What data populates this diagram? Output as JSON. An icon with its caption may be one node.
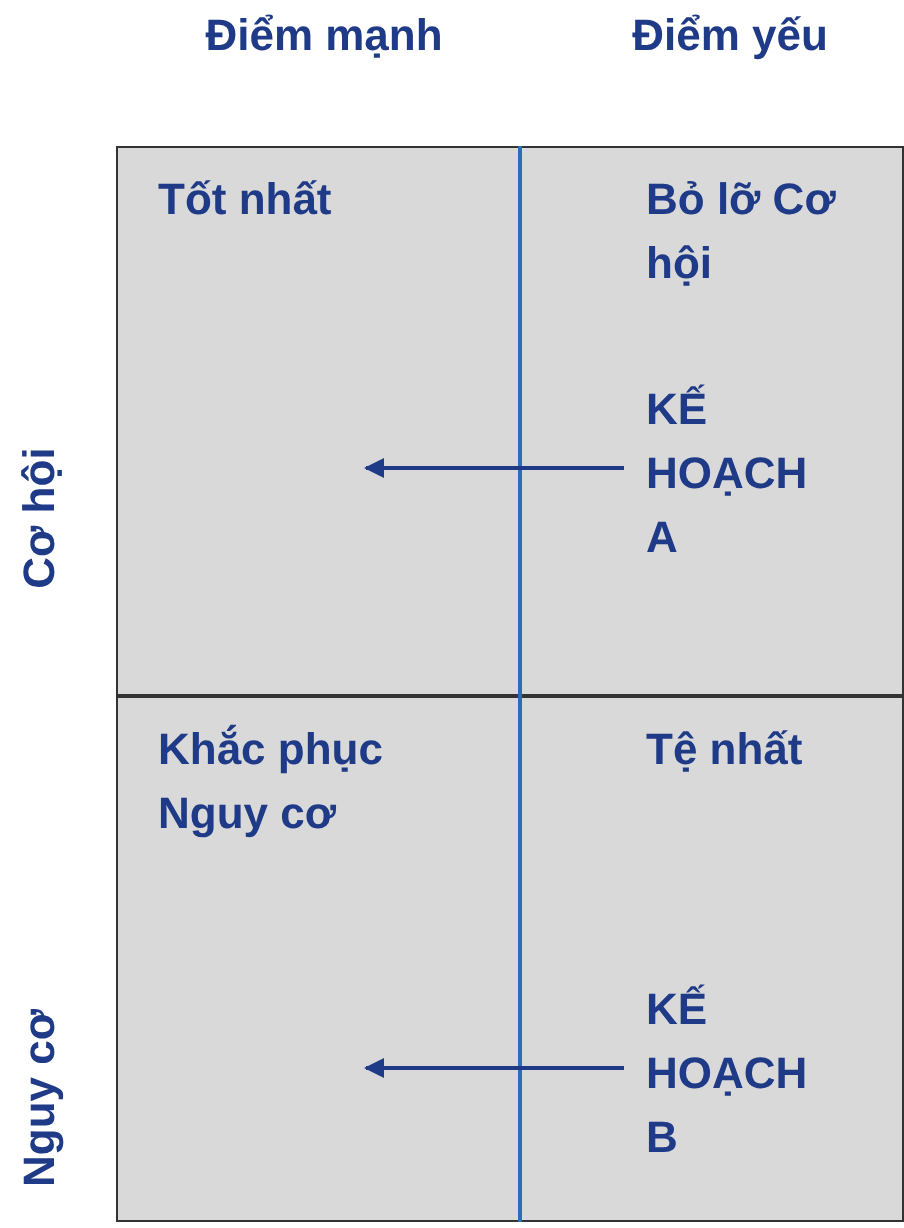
{
  "diagram": {
    "nodes": [
      {
        "text": [
          "Tốt nhất"
        ]
      },
      {
        "text": [
          "Bỏ lỡ Cơ hội"
        ]
      },
      {
        "text": [
          "KẾ HOẠCH A"
        ],
        "in": 1
      },
      {
        "text": [
          "Khắc phục Nguy cơ"
        ]
      },
      {
        "text": [
          "Tệ nhất"
        ]
      },
      {
        "text": [
          "KẾ HOẠCH B"
        ],
        "in": 4
      }
    ],
    "edges": [
      {
        "from": 2,
        "to": 0,
        "arrow": "to"
      },
      {
        "from": 5,
        "to": 3,
        "arrow": "to"
      }
    ],
    "labels": [
      "Điểm mạnh",
      "Điểm yếu",
      "Cơ hội",
      "Nguy cơ"
    ]
  }
}
